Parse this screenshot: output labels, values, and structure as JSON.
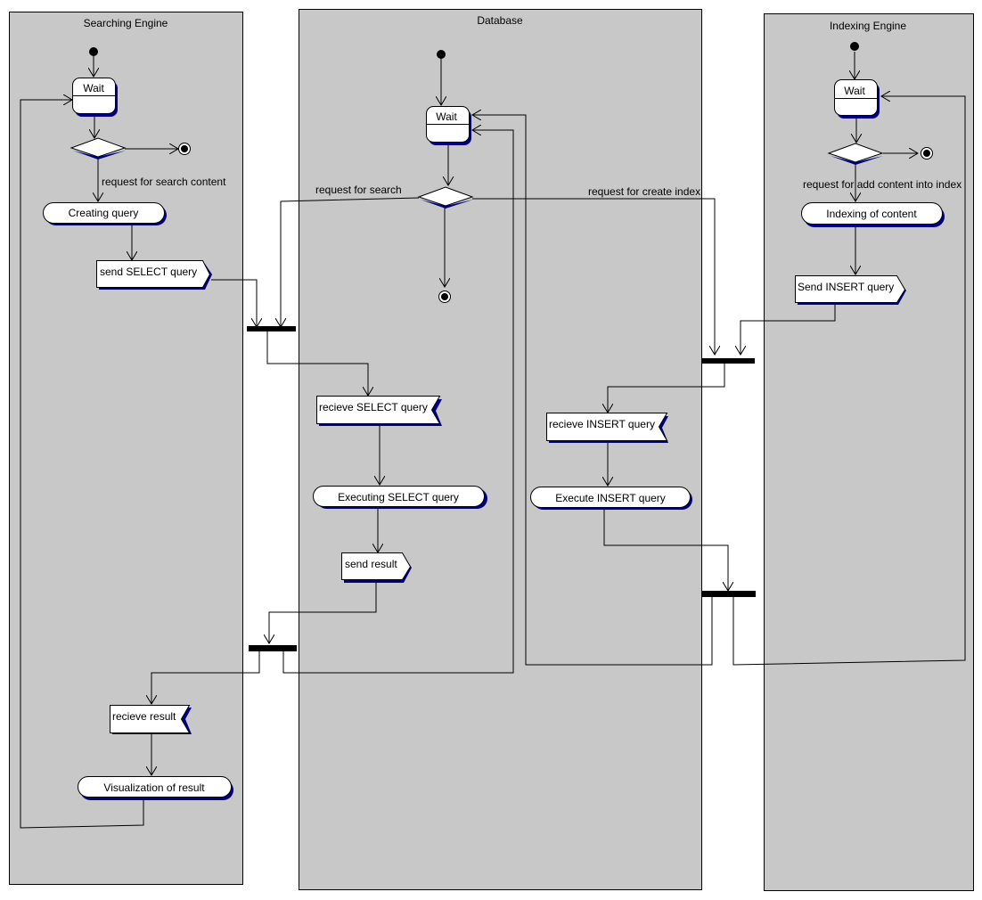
{
  "diagram": {
    "type": "UML activity diagram with swimlanes",
    "lanes": [
      {
        "id": "searching",
        "title": "Searching Engine"
      },
      {
        "id": "database",
        "title": "Database"
      },
      {
        "id": "indexing",
        "title": "Indexing Engine"
      }
    ],
    "nodes": {
      "se_wait": {
        "kind": "state",
        "label": "Wait"
      },
      "se_creating": {
        "kind": "action",
        "label": "Creating query"
      },
      "se_send": {
        "kind": "send-signal",
        "label": "send SELECT query"
      },
      "se_recv": {
        "kind": "receive-signal",
        "label": "recieve result"
      },
      "se_vis": {
        "kind": "action",
        "label": "Visualization of result"
      },
      "db_wait": {
        "kind": "state",
        "label": "Wait"
      },
      "db_recv_select": {
        "kind": "receive-signal",
        "label": "recieve SELECT query"
      },
      "db_exec_select": {
        "kind": "action",
        "label": "Executing SELECT query"
      },
      "db_send_result": {
        "kind": "send-signal",
        "label": "send result"
      },
      "db_recv_insert": {
        "kind": "receive-signal",
        "label": "recieve INSERT query"
      },
      "db_exec_insert": {
        "kind": "action",
        "label": "Execute INSERT query"
      },
      "ie_wait": {
        "kind": "state",
        "label": "Wait"
      },
      "ie_indexing": {
        "kind": "action",
        "label": "Indexing of content"
      },
      "ie_send": {
        "kind": "send-signal",
        "label": "Send INSERT query"
      }
    },
    "guards": {
      "se_guard": "request for search content",
      "db_guard_search": "request for search",
      "db_guard_index": "request for create index",
      "ie_guard": "request for add content into index"
    },
    "colors": {
      "lane_fill": "#c8c8c8",
      "shadow": "#000080",
      "node_fill": "#ffffff"
    }
  }
}
